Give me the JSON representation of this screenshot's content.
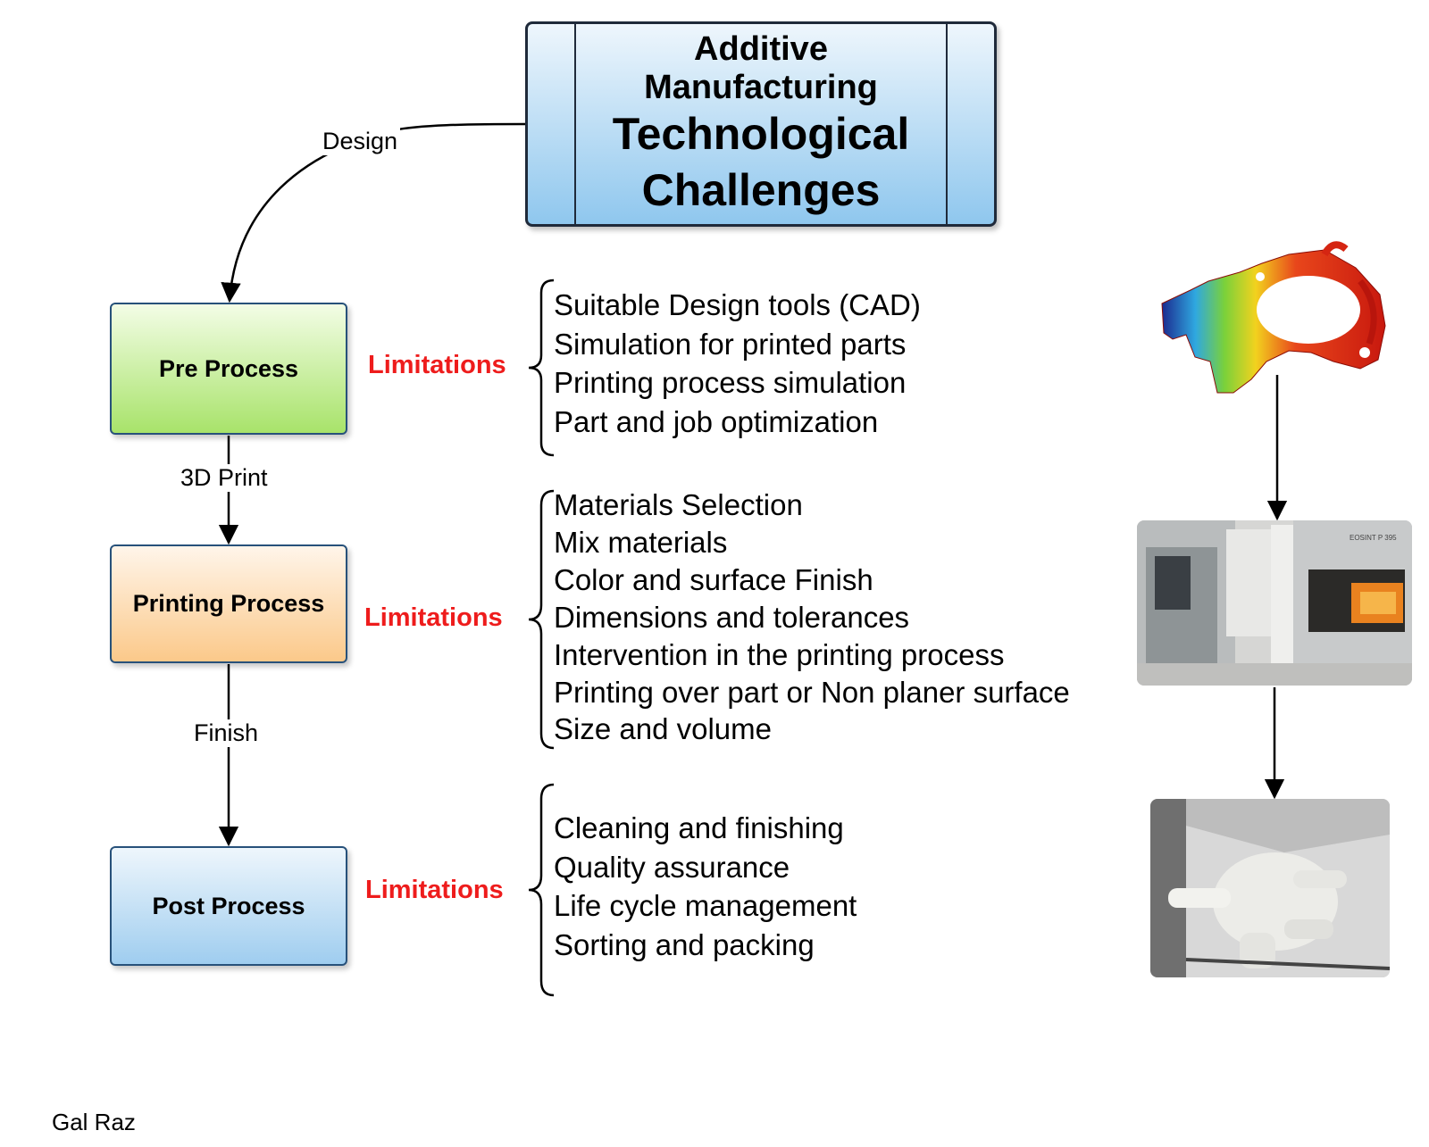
{
  "title": {
    "line1": "Additive",
    "line2": "Manufacturing",
    "line3": "Technological",
    "line4": "Challenges"
  },
  "edges": {
    "design": "Design",
    "print": "3D Print",
    "finish": "Finish"
  },
  "processes": {
    "pre": "Pre Process",
    "print": "Printing Process",
    "post": "Post Process"
  },
  "limitations_label": "Limitations",
  "lists": {
    "pre": [
      "Suitable Design tools (CAD)",
      "Simulation for printed parts",
      "Printing process simulation",
      "Part and job optimization"
    ],
    "print": [
      "Materials Selection",
      "Mix materials",
      "Color and surface Finish",
      "Dimensions and tolerances",
      "Intervention in the printing process",
      "Printing over part or Non planer surface",
      "Size and volume"
    ],
    "post": [
      "Cleaning and finishing",
      "Quality assurance",
      "Life cycle management",
      "Sorting and packing"
    ]
  },
  "photos": {
    "machine_label": "EOSINT P 395"
  },
  "author": "Gal Raz",
  "colors": {
    "limitations": "#ee1c1c",
    "pre_fill": "#a8e36a",
    "print_fill": "#fbc98a",
    "post_fill": "#9fcdef",
    "title_fill": "#8fc7ee",
    "border": "#27517a"
  }
}
